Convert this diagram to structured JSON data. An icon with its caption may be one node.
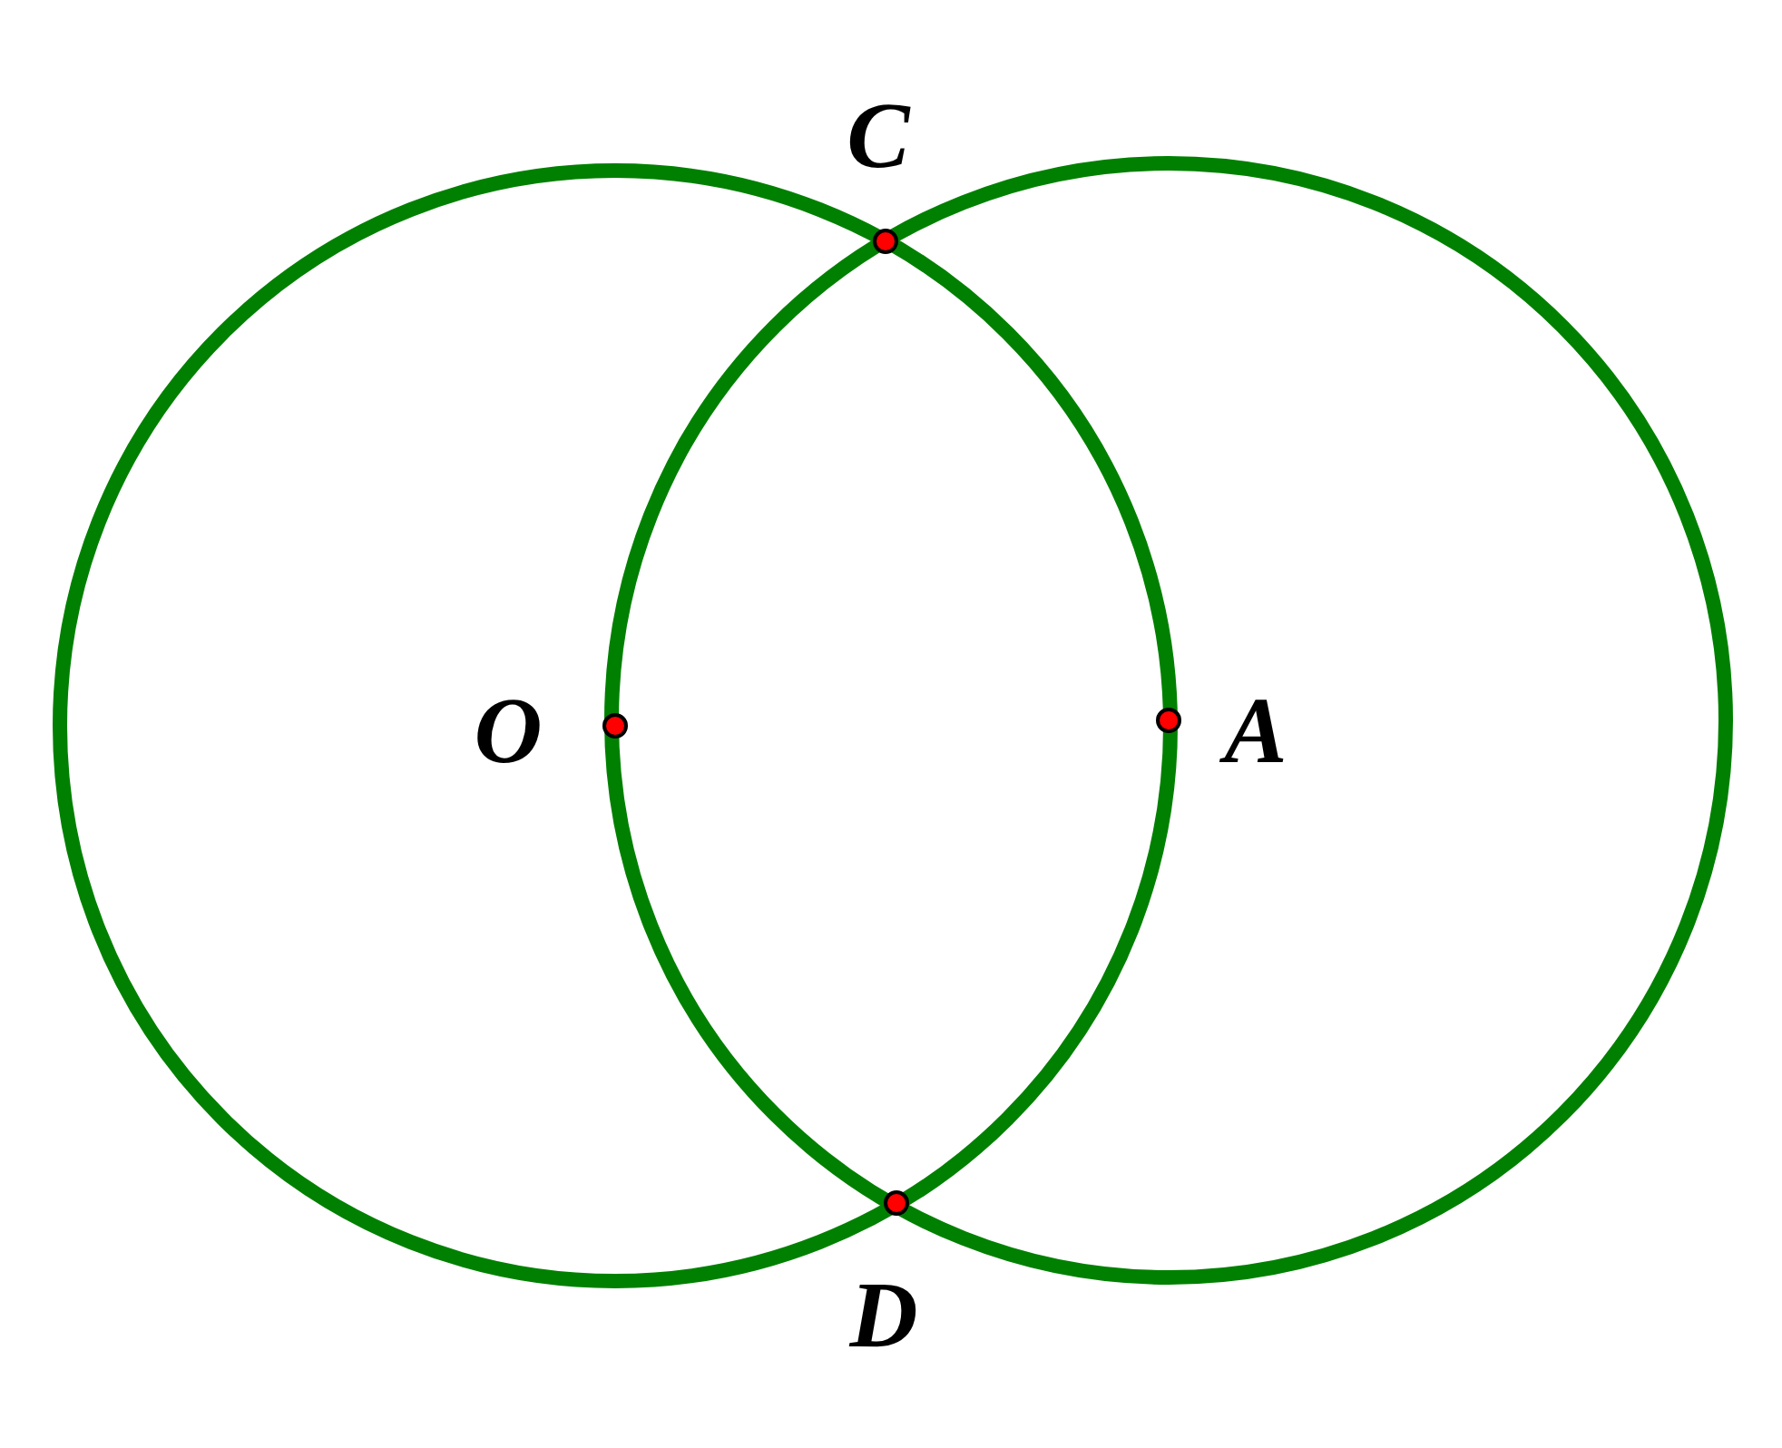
{
  "diagram": {
    "labels": [
      "C",
      "O",
      "A",
      "D"
    ]
  }
}
